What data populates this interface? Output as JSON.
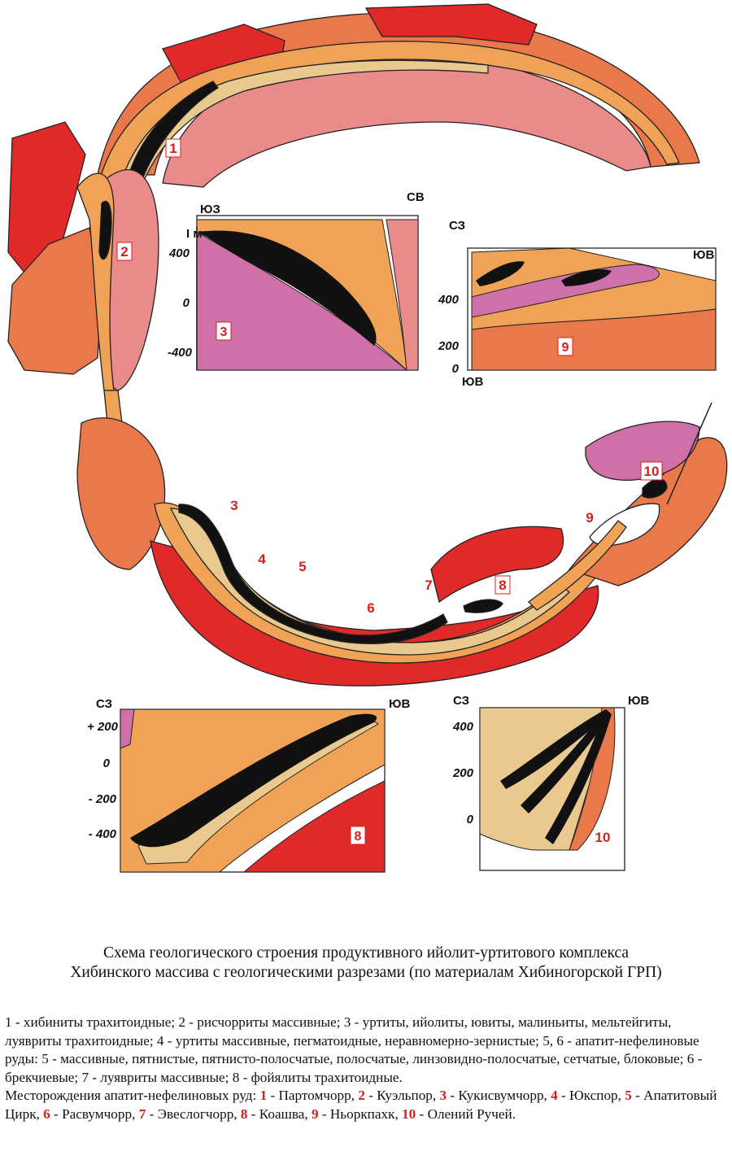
{
  "colors": {
    "khibinite": "#e02a2a",
    "rischorrite": "#e9784b",
    "urtite_trach": "#f0a257",
    "urtite_massive": "#e9c98e",
    "ore": "#111111",
    "breccia": "#ffffff",
    "lujavrite": "#e98b8b",
    "foyaite": "#d070a8",
    "label_red": "#d42020"
  },
  "map": {
    "deposit_labels": [
      {
        "num": "1",
        "boxed": true
      },
      {
        "num": "2",
        "boxed": true
      },
      {
        "num": "3",
        "boxed": false
      },
      {
        "num": "4",
        "boxed": false
      },
      {
        "num": "5",
        "boxed": false
      },
      {
        "num": "6",
        "boxed": false
      },
      {
        "num": "7",
        "boxed": false
      },
      {
        "num": "8",
        "boxed": true
      },
      {
        "num": "9",
        "boxed": false
      },
      {
        "num": "10",
        "boxed": true
      }
    ]
  },
  "sections": {
    "s1": {
      "left": "ЮЗ",
      "right": "СВ",
      "scale_label": "I м",
      "ticks": [
        "400",
        "0",
        "-400"
      ],
      "label": "3"
    },
    "s2": {
      "left": "СЗ",
      "right": "ЮВ",
      "bottom_left": "ЮВ",
      "ticks": [
        "400",
        "200",
        "0"
      ],
      "label": "9"
    },
    "s3": {
      "left": "СЗ",
      "right": "ЮВ",
      "ticks": [
        "+ 200",
        "0",
        "- 200",
        "- 400"
      ],
      "label": "8"
    },
    "s4": {
      "left": "СЗ",
      "right": "ЮВ",
      "ticks": [
        "400",
        "200",
        "0"
      ],
      "label": "10"
    }
  },
  "legend": {
    "items": [
      {
        "num": "1",
        "pattern": "khibinite"
      },
      {
        "num": "2",
        "pattern": "rischorrite"
      },
      {
        "num": "3",
        "pattern": "urtite_trach"
      },
      {
        "num": "4",
        "pattern": "urtite_massive"
      },
      {
        "num": "5",
        "pattern": "ore"
      },
      {
        "num": "6",
        "pattern": "breccia"
      },
      {
        "num": "7",
        "pattern": "lujavrite"
      },
      {
        "num": "8",
        "pattern": "foyaite"
      }
    ]
  },
  "caption": {
    "line1": "Схема геологического строения продуктивного ийолит-уртитового комплекса",
    "line2": "Хибинского массива с геологическими разрезами (по материалам Хибиногорской ГРП)"
  },
  "legend_text": {
    "rock_types": "1 - хибиниты трахитоидные; 2 - рисчорриты массивные; 3 - уртиты, ийолиты, ювиты, малиньиты, мельтейгиты, луявриты трахитоидные; 4 - уртиты массивные, пегматоидные, неравномерно-зернистые; 5, 6 - апатит-нефелиновые руды: 5 - массивные, пятнистые, пятнисто-полосчатые, полосчатые, линзовидно-полосчатые, сетчатые, блоковые; 6 - брекчиевые; 7 - луявриты массивные; 8 - фойялиты трахитоидные.",
    "deposits_intro": "Месторождения апатит-нефелиновых руд:",
    "deposits": [
      {
        "num": "1",
        "name": "Партомчорр"
      },
      {
        "num": "2",
        "name": "Куэльпор"
      },
      {
        "num": "3",
        "name": "Кукисвумчорр"
      },
      {
        "num": "4",
        "name": "Юкспор"
      },
      {
        "num": "5",
        "name": "Апатитовый Цирк"
      },
      {
        "num": "6",
        "name": "Расвумчорр"
      },
      {
        "num": "7",
        "name": "Эвеслогчорр"
      },
      {
        "num": "8",
        "name": "Коашва"
      },
      {
        "num": "9",
        "name": "Ньоркпахк"
      },
      {
        "num": "10",
        "name": "Олений Ручей"
      }
    ]
  }
}
